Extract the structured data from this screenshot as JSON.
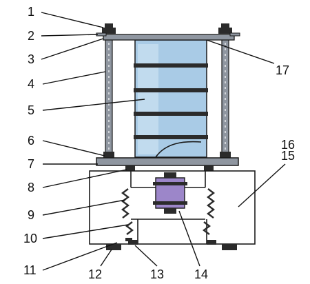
{
  "labels": [
    "1",
    "2",
    "3",
    "4",
    "5",
    "6",
    "7",
    "8",
    "9",
    "10",
    "11",
    "12",
    "13",
    "14",
    "15",
    "16",
    "17"
  ],
  "colors": {
    "sieve_blue": "#a9cbe6",
    "sieve_light": "#c7def0",
    "steel": "#8f96a0",
    "dark": "#2b2b2b",
    "motor": "#9c86c9",
    "outline": "#1a1a1a"
  }
}
